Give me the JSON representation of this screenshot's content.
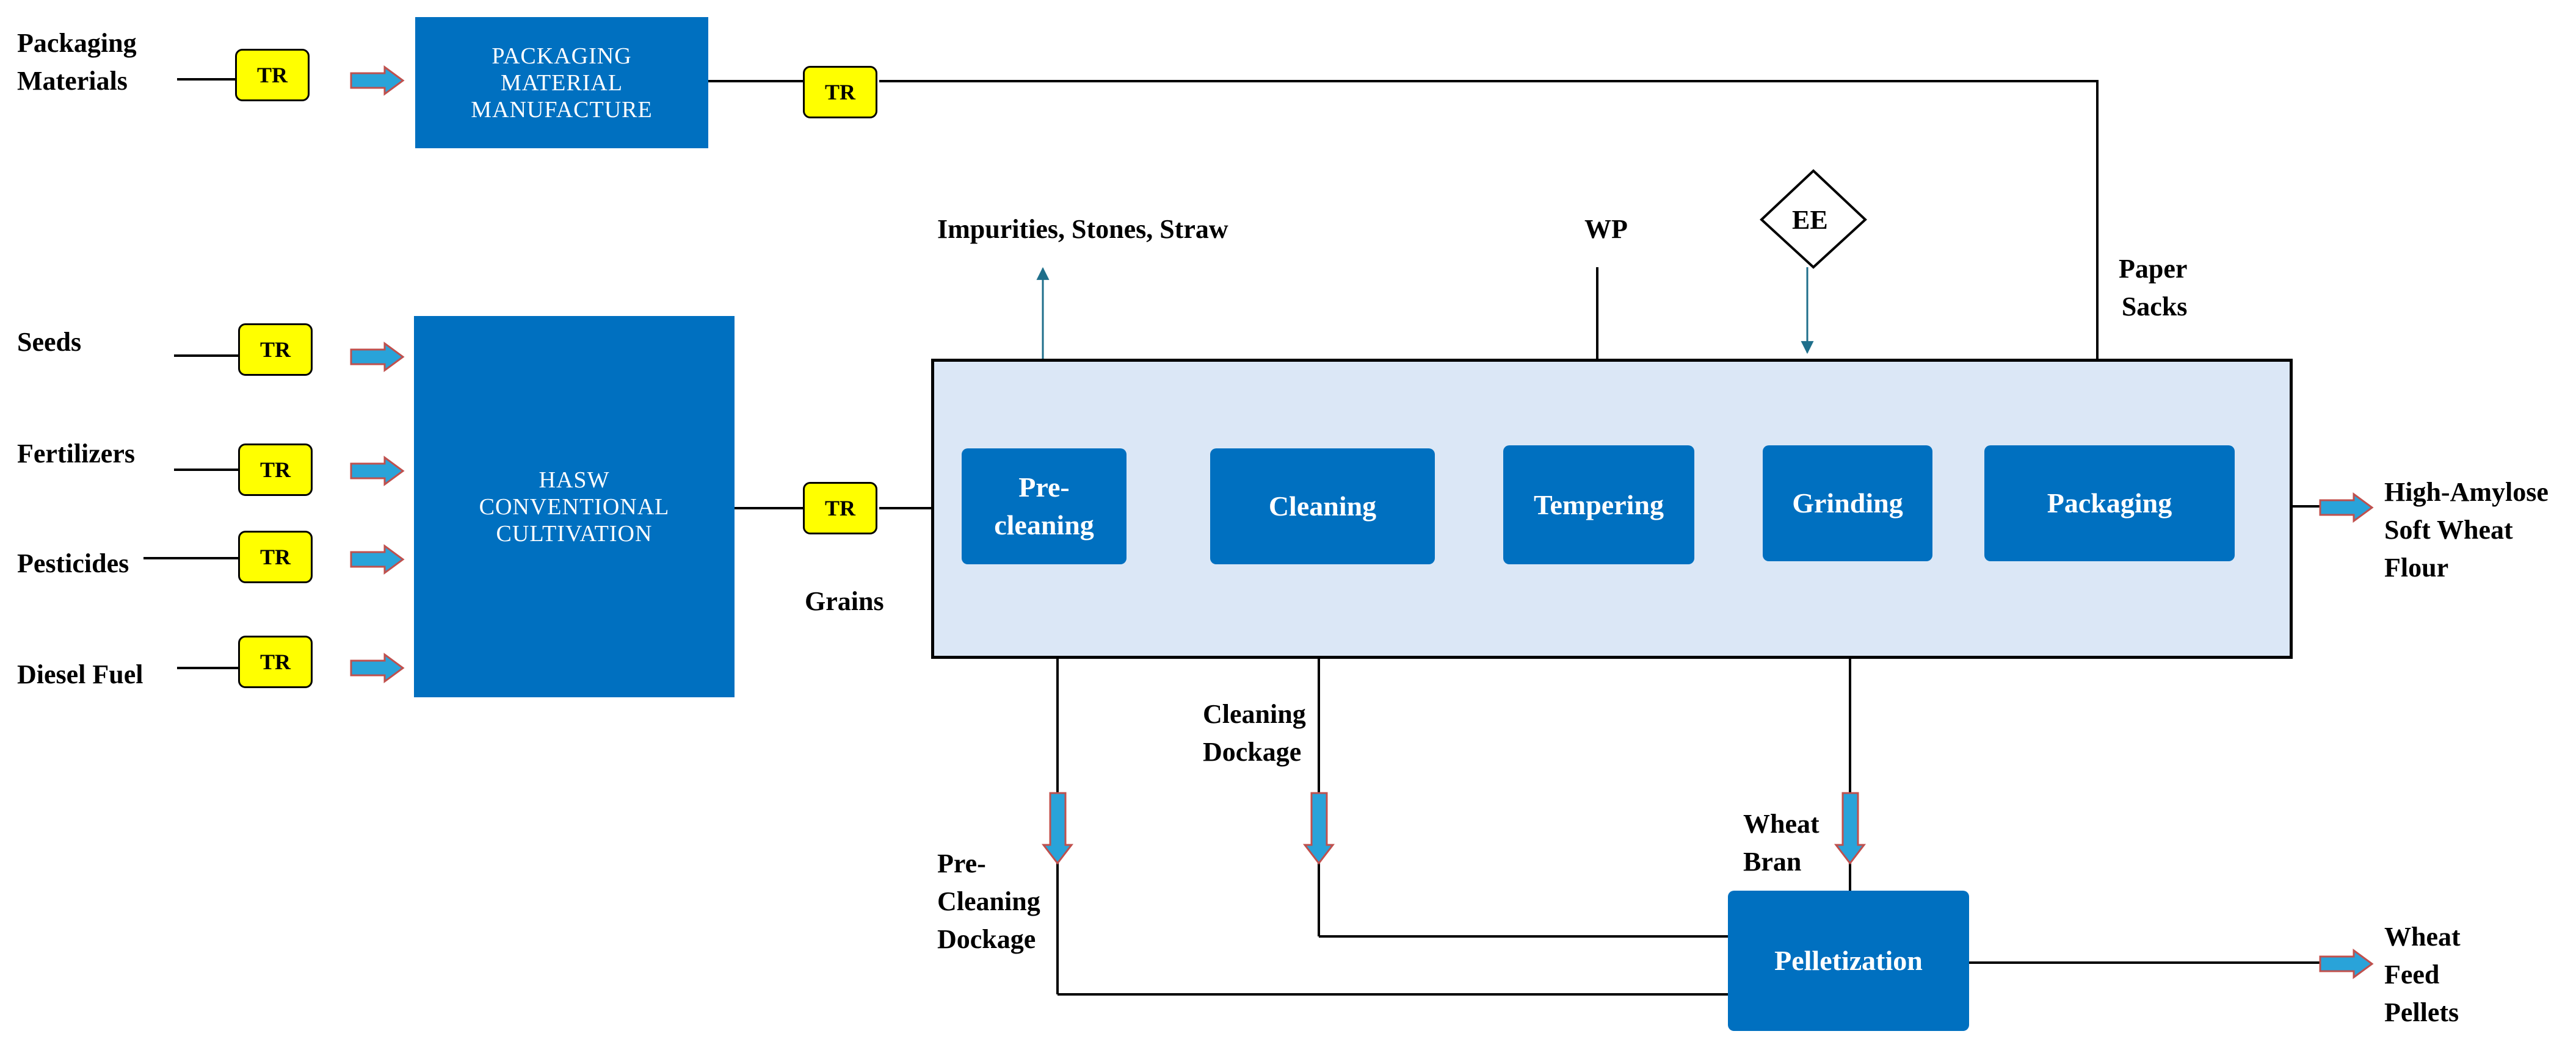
{
  "colors": {
    "box_fill": "#0070c0",
    "panel_fill": "#dbe7f6",
    "tr_fill": "#ffff00",
    "arrow_fill": "#29a3d9",
    "arrow_edge": "#c0504d"
  },
  "inputs": {
    "packaging_materials": "Packaging\nMaterials",
    "seeds": "Seeds",
    "fertilizers": "Fertilizers",
    "pesticides": "Pesticides",
    "diesel_fuel": "Diesel Fuel"
  },
  "transport_label": "TR",
  "boxes": {
    "packaging_manufacture": "PACKAGING\nMATERIAL\nMANUFACTURE",
    "cultivation": "HASW\nCONVENTIONAL\nCULTIVATION",
    "pre_cleaning": "Pre-\ncleaning",
    "cleaning": "Cleaning",
    "tempering": "Tempering",
    "grinding": "Grinding",
    "packaging": "Packaging",
    "pelletization": "Pelletization"
  },
  "labels": {
    "grains": "Grains",
    "impurities": "Impurities, Stones, Straw",
    "wp": "WP",
    "ee": "EE",
    "paper_sacks": "Paper\nSacks",
    "cleaning_dockage": "Cleaning\nDockage",
    "pre_cleaning_dockage": "Pre-\nCleaning\nDockage",
    "wheat_bran": "Wheat\nBran"
  },
  "outputs": {
    "flour": "High-Amylose\nSoft Wheat\nFlour",
    "pellets": "Wheat\nFeed\nPellets"
  }
}
